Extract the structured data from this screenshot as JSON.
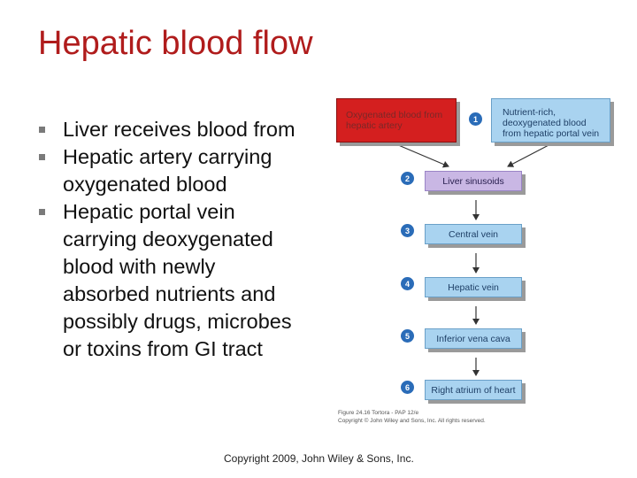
{
  "slide": {
    "title": "Hepatic blood flow",
    "bullets": [
      "Liver receives blood from",
      "Hepatic artery carrying oxygenated blood",
      "Hepatic portal vein carrying deoxygenated blood with newly absorbed nutrients and possibly drugs, microbes or toxins from GI tract"
    ],
    "copyright": "Copyright 2009, John Wiley & Sons, Inc."
  },
  "figure": {
    "oxygenated_box": "Oxygenated blood from hepatic artery",
    "nutrient_box": "Nutrient-rich, deoxygenated blood from hepatic portal vein",
    "steps": [
      {
        "num": "1"
      },
      {
        "num": "2",
        "label": "Liver sinusoids"
      },
      {
        "num": "3",
        "label": "Central vein"
      },
      {
        "num": "4",
        "label": "Hepatic vein"
      },
      {
        "num": "5",
        "label": "Inferior vena cava"
      },
      {
        "num": "6",
        "label": "Right atrium of heart"
      }
    ],
    "caption_line1": "Figure 24.16  Tortora - PAP 12/e",
    "caption_line2": "Copyright © John Wiley and Sons, Inc. All rights reserved.",
    "colors": {
      "red_box": "#d41f1f",
      "blue_box": "#a9d3f0",
      "purple_box": "#c9b7e4",
      "number_circle": "#2a6cb8",
      "title": "#b01c1c"
    }
  }
}
